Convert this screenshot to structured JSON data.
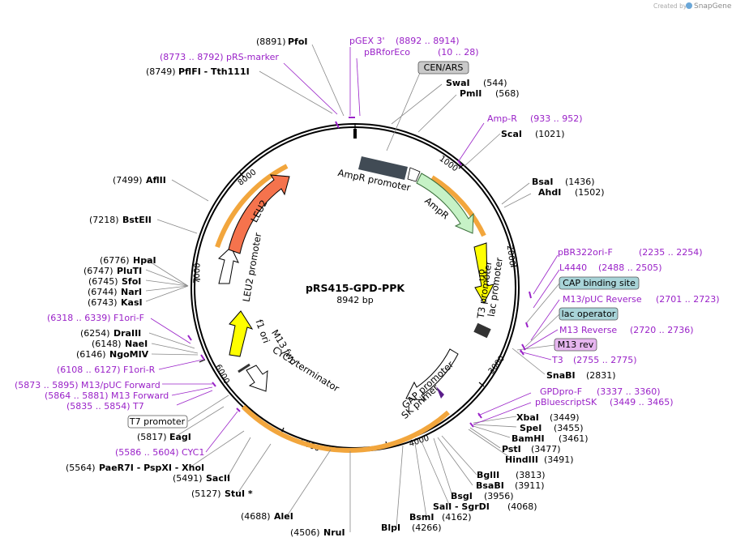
{
  "header": {
    "created_by": "Created by",
    "brand": "SnapGene"
  },
  "plasmid": {
    "name": "pRS415-GPD-PPK",
    "size": "8942 bp"
  },
  "ring_ticks": [
    "1000",
    "2000",
    "3000",
    "4000",
    "5000",
    "6000",
    "7000",
    "8000"
  ],
  "features": [
    {
      "label": "AmpR promoter"
    },
    {
      "label": "AmpR"
    },
    {
      "label": "ori"
    },
    {
      "label": "T3 promoter"
    },
    {
      "label": "lac promoter"
    },
    {
      "label": "GAP promoter"
    },
    {
      "label": "SK primer"
    },
    {
      "label": "CYC1 terminator"
    },
    {
      "label": "M13 fwd"
    },
    {
      "label": "f1 ori"
    },
    {
      "label": "LEU2 promoter"
    },
    {
      "label": "LEU2"
    }
  ],
  "boxed_labels": {
    "cen_ars": "CEN/ARS",
    "cap_site": "CAP binding site",
    "lac_operator": "lac operator",
    "m13_rev": "M13 rev",
    "t7_promoter": "T7 promoter"
  },
  "sites": [
    {
      "name": "PfoI",
      "pos": "(8891)"
    },
    {
      "name": "PflFI  - Tth111I",
      "pos": "(8749)"
    },
    {
      "name": "SwaI",
      "pos": "(544)"
    },
    {
      "name": "PmlI",
      "pos": "(568)"
    },
    {
      "name": "ScaI",
      "pos": "(1021)"
    },
    {
      "name": "BsaI",
      "pos": "(1436)"
    },
    {
      "name": "AhdI",
      "pos": "(1502)"
    },
    {
      "name": "AflII",
      "pos": "(7499)"
    },
    {
      "name": "BstEII",
      "pos": "(7218)"
    },
    {
      "name": "HpaI",
      "pos": "(6776)"
    },
    {
      "name": "PluTI",
      "pos": "(6747)"
    },
    {
      "name": "SfoI",
      "pos": "(6745)"
    },
    {
      "name": "NarI",
      "pos": "(6744)"
    },
    {
      "name": "KasI",
      "pos": "(6743)"
    },
    {
      "name": "DraIII",
      "pos": "(6254)"
    },
    {
      "name": "NaeI",
      "pos": "(6148)"
    },
    {
      "name": "NgoMIV",
      "pos": "(6146)"
    },
    {
      "name": "SnaBI",
      "pos": "(2831)"
    },
    {
      "name": "XbaI",
      "pos": "(3449)"
    },
    {
      "name": "SpeI",
      "pos": "(3455)"
    },
    {
      "name": "BamHI",
      "pos": "(3461)"
    },
    {
      "name": "PstI",
      "pos": "(3477)"
    },
    {
      "name": "HindIII",
      "pos": "(3491)"
    },
    {
      "name": "BglII",
      "pos": "(3813)"
    },
    {
      "name": "BsaBI",
      "pos": "(3911)"
    },
    {
      "name": "BsgI",
      "pos": "(3956)"
    },
    {
      "name": "SalI  - SgrDI",
      "pos": "(4068)"
    },
    {
      "name": "BsmI",
      "pos": "(4162)"
    },
    {
      "name": "BlpI",
      "pos": "(4266)"
    },
    {
      "name": "NruI",
      "pos": "(4506)"
    },
    {
      "name": "AleI",
      "pos": "(4688)"
    },
    {
      "name": "StuI  *",
      "pos": "(5127)"
    },
    {
      "name": "SacII",
      "pos": "(5491)"
    },
    {
      "name": "PaeR7I  - PspXI  - XhoI",
      "pos": "(5564)"
    },
    {
      "name": "EagI",
      "pos": "(5817)"
    }
  ],
  "primers": {
    "pgex3": "pGEX 3'",
    "pgex3_pos": "(8892 .. 8914)",
    "pbrforeco": "pBRforEco",
    "pbrforeco_pos": "(10 .. 28)",
    "prs_marker": "(8773 .. 8792)  pRS-marker",
    "amp_r": "Amp-R",
    "amp_r_pos": "(933 .. 952)",
    "pbr322ori": "pBR322ori-F",
    "pbr322ori_pos": "(2235 .. 2254)",
    "l4440": "L4440",
    "l4440_pos": "(2488 .. 2505)",
    "m13puc_rev": "M13/pUC Reverse",
    "m13puc_rev_pos": "(2701 .. 2723)",
    "m13_reverse": "M13 Reverse",
    "m13_reverse_pos": "(2720 .. 2736)",
    "t3": "T3",
    "t3_pos": "(2755 .. 2775)",
    "gpdpro": "GPDpro-F",
    "gpdpro_pos": "(3337 .. 3360)",
    "pbluescript": "pBluescriptSK",
    "pbluescript_pos": "(3449 .. 3465)",
    "f1ori_f": "(6318 .. 6339)  F1ori-F",
    "f1ori_r": "(6108 .. 6127)  F1ori-R",
    "m13puc_fwd": "(5873 .. 5895)  M13/pUC Forward",
    "m13_fwd": "(5864 .. 5881)  M13 Forward",
    "t7": "(5835 .. 5854)  T7",
    "cyc1": "(5586 .. 5604)  CYC1"
  }
}
